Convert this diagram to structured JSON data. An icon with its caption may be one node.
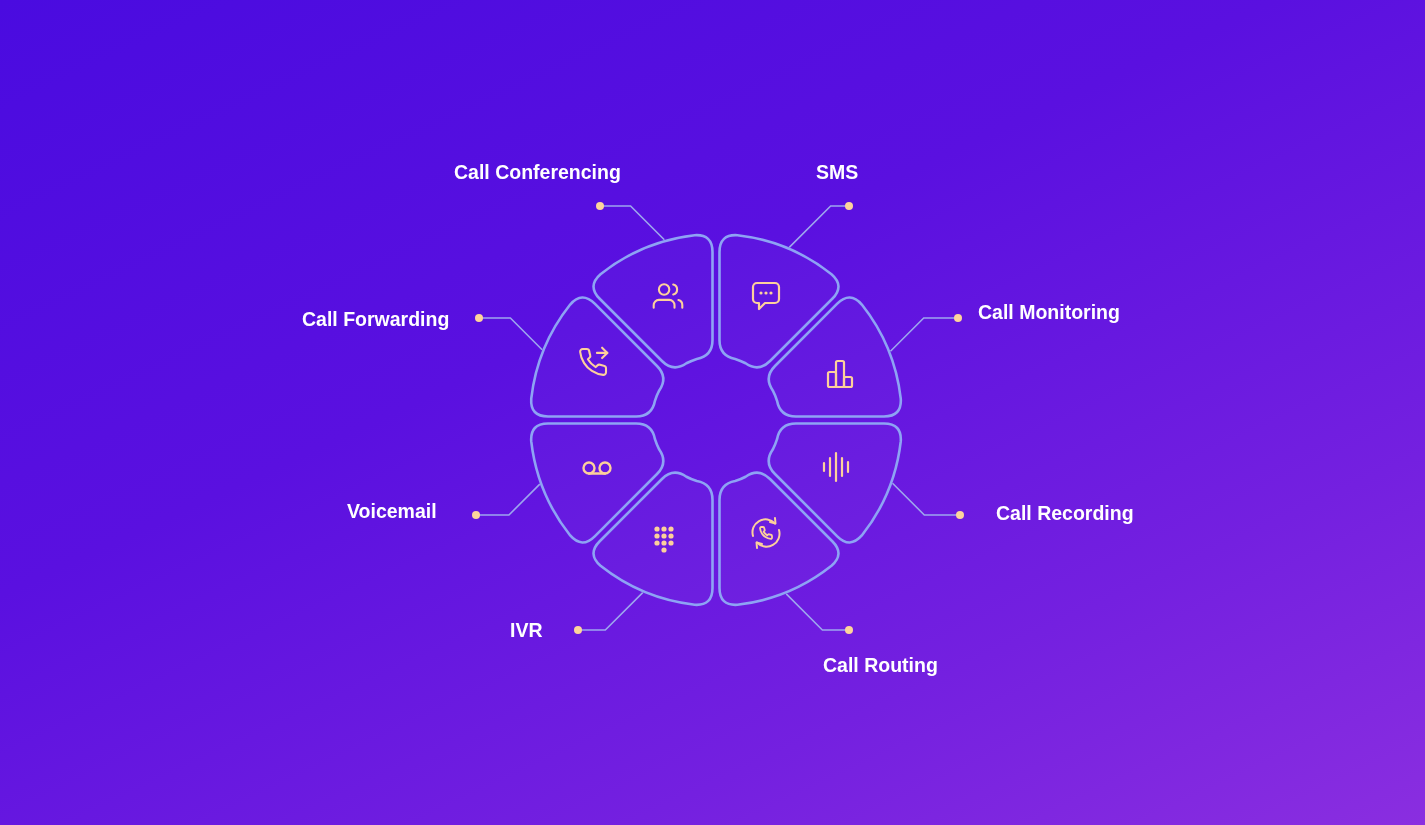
{
  "diagram": {
    "nodes": [
      {
        "text": [
          "Call Conferencing"
        ]
      },
      {
        "text": [
          "SMS"
        ]
      },
      {
        "text": [
          "Call Forwarding"
        ]
      },
      {
        "text": [
          "Call Monitoring"
        ]
      },
      {
        "text": [
          "Voicemail"
        ]
      },
      {
        "text": [
          "Call Recording"
        ]
      },
      {
        "text": [
          "IVR"
        ]
      },
      {
        "text": [
          "Call Routing"
        ]
      },
      {
        "text": [],
        "shape": "sector"
      },
      {
        "text": [],
        "shape": "sector"
      },
      {
        "text": [],
        "shape": "sector"
      },
      {
        "text": [],
        "shape": "sector"
      },
      {
        "text": [],
        "shape": "sector"
      },
      {
        "text": [],
        "shape": "sector"
      },
      {
        "text": [],
        "shape": "sector"
      },
      {
        "text": [],
        "shape": "sector"
      }
    ],
    "edges": [
      {
        "from": 0,
        "to": 8,
        "arrow": "other"
      },
      {
        "from": 1,
        "to": 9,
        "arrow": "other"
      },
      {
        "from": 2,
        "to": 10,
        "arrow": "other"
      },
      {
        "from": 3,
        "to": 11,
        "arrow": "other"
      },
      {
        "from": 4,
        "to": 12,
        "arrow": "other"
      },
      {
        "from": 5,
        "to": 13,
        "arrow": "other"
      },
      {
        "from": 6,
        "to": 14,
        "arrow": "other"
      },
      {
        "from": 7,
        "to": 15,
        "arrow": "other"
      }
    ]
  }
}
